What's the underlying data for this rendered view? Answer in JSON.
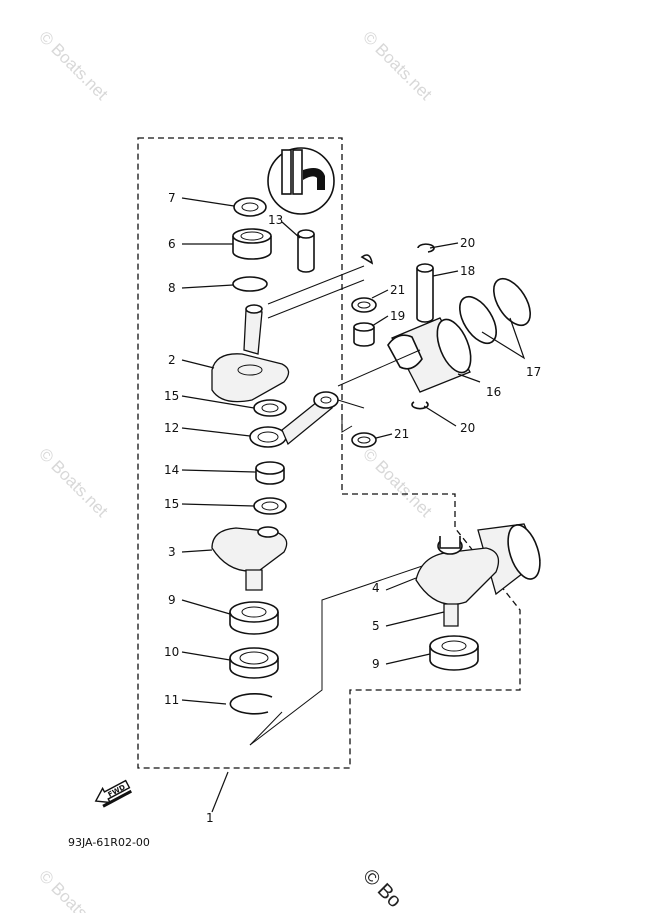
{
  "watermark": {
    "text": "© Boats.net",
    "partial": "© Bo"
  },
  "diagram_code": "93JA-61R02-00",
  "fwd_label": "FWD",
  "callouts": [
    {
      "id": "7",
      "label": "7"
    },
    {
      "id": "6",
      "label": "6"
    },
    {
      "id": "8",
      "label": "8"
    },
    {
      "id": "13",
      "label": "13"
    },
    {
      "id": "2",
      "label": "2"
    },
    {
      "id": "15a",
      "label": "15"
    },
    {
      "id": "12",
      "label": "12"
    },
    {
      "id": "14",
      "label": "14"
    },
    {
      "id": "15b",
      "label": "15"
    },
    {
      "id": "3",
      "label": "3"
    },
    {
      "id": "9a",
      "label": "9"
    },
    {
      "id": "10",
      "label": "10"
    },
    {
      "id": "11",
      "label": "11"
    },
    {
      "id": "1",
      "label": "1"
    },
    {
      "id": "20a",
      "label": "20"
    },
    {
      "id": "18",
      "label": "18"
    },
    {
      "id": "21a",
      "label": "21"
    },
    {
      "id": "19",
      "label": "19"
    },
    {
      "id": "17",
      "label": "17"
    },
    {
      "id": "16",
      "label": "16"
    },
    {
      "id": "20b",
      "label": "20"
    },
    {
      "id": "21b",
      "label": "21"
    },
    {
      "id": "4",
      "label": "4"
    },
    {
      "id": "5",
      "label": "5"
    },
    {
      "id": "9b",
      "label": "9"
    }
  ]
}
